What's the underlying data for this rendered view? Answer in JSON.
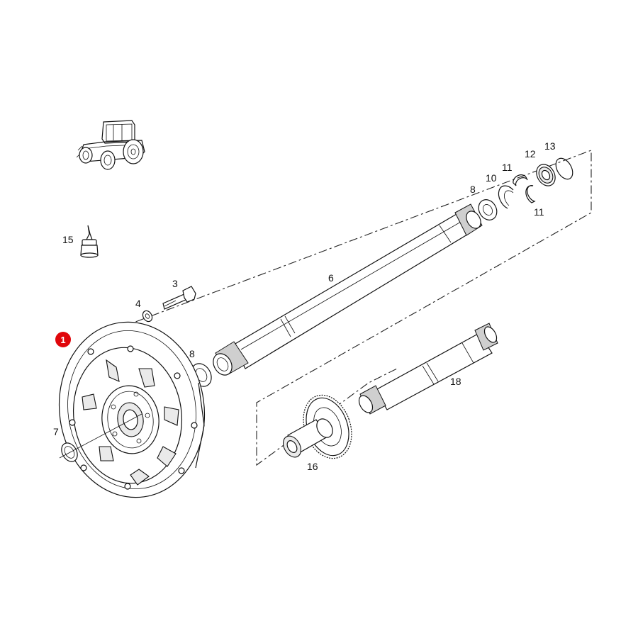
{
  "highlight": {
    "label": "1",
    "color": "#e0060b"
  },
  "callouts": {
    "c3": "3",
    "c4": "4",
    "c6": "6",
    "c7": "7",
    "c8a": "8",
    "c8b": "8",
    "c10": "10",
    "c11a": "11",
    "c11b": "11",
    "c12": "12",
    "c13": "13",
    "c15": "15",
    "c16": "16",
    "c18": "18"
  },
  "icons": {
    "tractor": "tractor-icon",
    "sealant_bottle": "sealant-bottle-icon"
  }
}
